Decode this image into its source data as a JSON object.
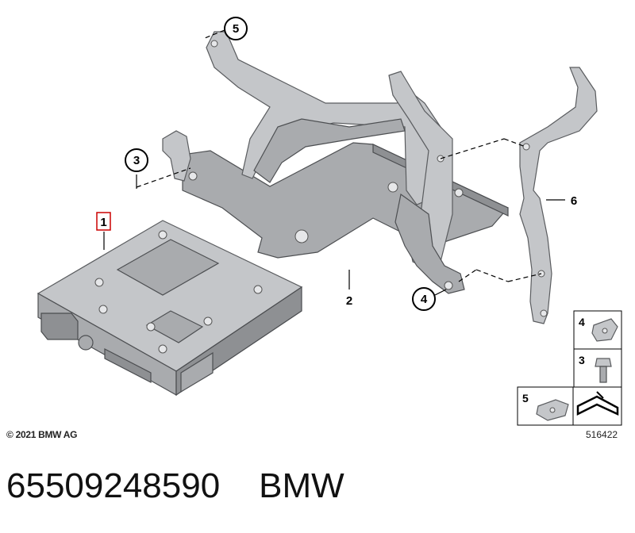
{
  "diagram": {
    "callouts": {
      "c1": "1",
      "c2": "2",
      "c3": "3",
      "c4": "4",
      "c5": "5",
      "c6": "6"
    },
    "legend": {
      "row4": "4",
      "row3": "3",
      "row5": "5"
    },
    "copyright": "© 2021 BMW AG",
    "diagram_id": "516422",
    "highlight_color": "#cc0000"
  },
  "footer": {
    "part_number": "65509248590",
    "brand": "BMW"
  }
}
